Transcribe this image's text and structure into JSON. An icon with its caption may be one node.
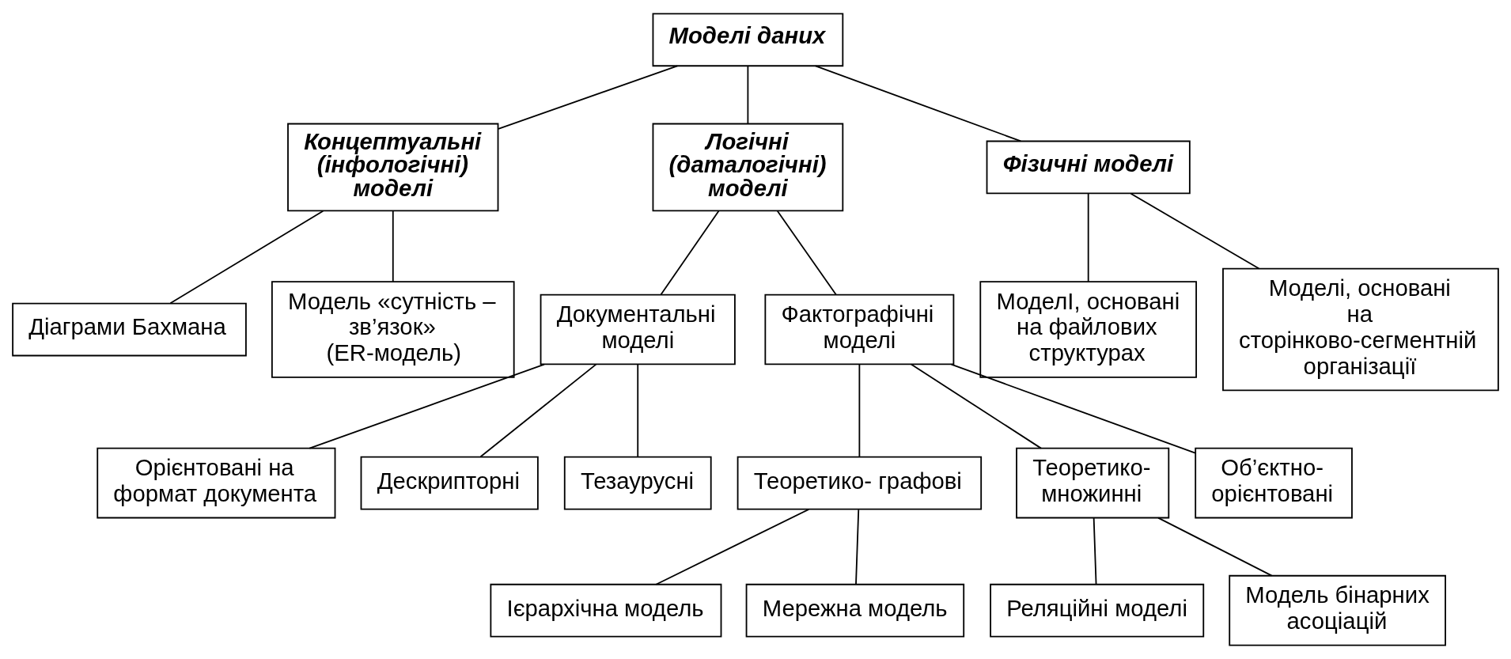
{
  "diagram": {
    "nodes": [
      {
        "text": [
          "Моделі даних"
        ]
      },
      {
        "text": [
          "Концептуальні (інфологічні) моделі"
        ]
      },
      {
        "text": [
          "Логічні (даталогічні) моделі"
        ]
      },
      {
        "text": [
          "Фізичні моделі"
        ]
      },
      {
        "text": [
          "Діаграми Бахмана"
        ]
      },
      {
        "text": [
          "Модель «сутність – зв’язок» (ER-модель)"
        ]
      },
      {
        "text": [
          "Документальні моделі"
        ]
      },
      {
        "text": [
          "Фактографічні моделі"
        ]
      },
      {
        "text": [
          "МоделI, основані на файлових структурах"
        ]
      },
      {
        "text": [
          "Моделі, основані на сторінково-сегментній організації"
        ]
      },
      {
        "text": [
          "Орієнтовані на формат документа"
        ]
      },
      {
        "text": [
          "Дескрипторні"
        ]
      },
      {
        "text": [
          "Тезаурусні"
        ]
      },
      {
        "text": [
          "Теоретико- графові"
        ]
      },
      {
        "text": [
          "Теоретико- множинні"
        ]
      },
      {
        "text": [
          "Об’єктно- орієнтовані"
        ]
      },
      {
        "text": [
          "Ієрархічна модель"
        ]
      },
      {
        "text": [
          "Мережна модель"
        ]
      },
      {
        "text": [
          "Реляційні моделі"
        ]
      },
      {
        "text": [
          "Модель бінарних асоціацій"
        ]
      }
    ],
    "edges": [
      {
        "from": 0,
        "to": 1,
        "arrow": "none"
      },
      {
        "from": 0,
        "to": 2,
        "arrow": "none"
      },
      {
        "from": 0,
        "to": 3,
        "arrow": "none"
      },
      {
        "from": 1,
        "to": 4,
        "arrow": "none"
      },
      {
        "from": 1,
        "to": 5,
        "arrow": "none"
      },
      {
        "from": 2,
        "to": 6,
        "arrow": "none"
      },
      {
        "from": 2,
        "to": 7,
        "arrow": "none"
      },
      {
        "from": 3,
        "to": 8,
        "arrow": "none"
      },
      {
        "from": 3,
        "to": 9,
        "arrow": "none"
      },
      {
        "from": 6,
        "to": 10,
        "arrow": "none"
      },
      {
        "from": 6,
        "to": 11,
        "arrow": "none"
      },
      {
        "from": 6,
        "to": 12,
        "arrow": "none"
      },
      {
        "from": 7,
        "to": 13,
        "arrow": "none"
      },
      {
        "from": 7,
        "to": 14,
        "arrow": "none"
      },
      {
        "from": 7,
        "to": 15,
        "arrow": "none"
      },
      {
        "from": 13,
        "to": 16,
        "arrow": "none"
      },
      {
        "from": 13,
        "to": 17,
        "arrow": "none"
      },
      {
        "from": 14,
        "to": 18,
        "arrow": "none"
      },
      {
        "from": 14,
        "to": 19,
        "arrow": "none"
      }
    ]
  }
}
